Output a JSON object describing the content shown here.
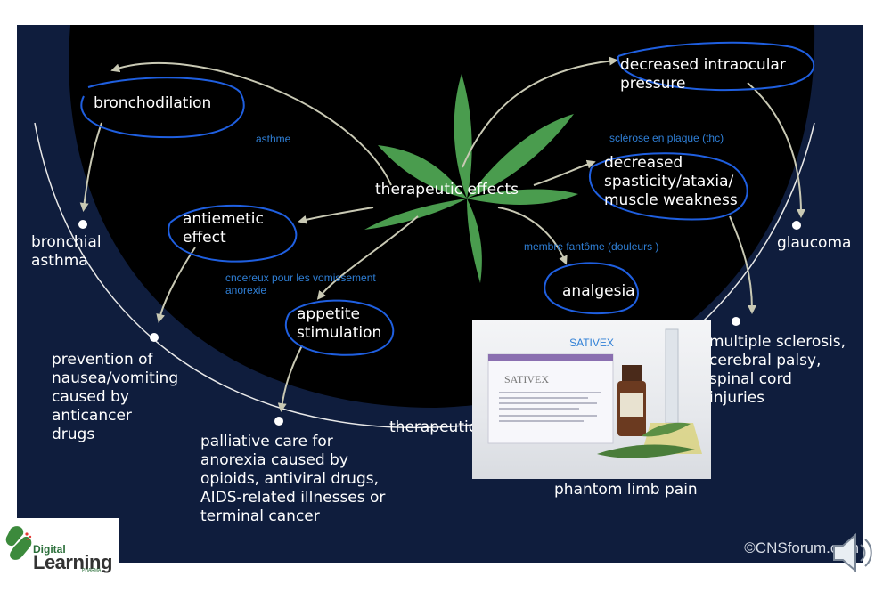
{
  "diagram": {
    "center": "therapeutic effects",
    "effects": {
      "bronchodilation": "bronchodilation",
      "antiemetic": "antiemetic\neffect",
      "appetite": "appetite\nstimulation",
      "intraocular": "decreased intraocular\npressure",
      "spasticity": "decreased\nspasticity/ataxia/\nmuscle weakness",
      "analgesia": "analgesia"
    },
    "uses": {
      "asthma": "bronchial\nasthma",
      "nausea": "prevention of\nnausea/vomiting\ncaused by\nanticancer\ndrugs",
      "palliative": "palliative care for\nanorexia caused by\nopioids, antiviral drugs,\nAIDS-related illnesses or\nterminal cancer",
      "glaucoma": "glaucoma",
      "ms": "multiple sclerosis,\ncerebral palsy,\nspinal cord\ninjuries",
      "phantom": "phantom limb pain",
      "therapeutic_arc": "therapeutic"
    },
    "copyright": "©CNSforum.com"
  },
  "annotations": {
    "asthme": "asthme",
    "sclerose": "sclérose en plaque (thc)",
    "membre": "membre fantôme (douleurs )",
    "cancereux": "cncereux pour les vomissement\nanorexie",
    "sativex": "SATIVEX"
  },
  "logo": {
    "line1": "Digital",
    "line2": "Learning",
    "line3": "PHARMA"
  },
  "colors": {
    "background": "#0f1d3d",
    "circle": "#000000",
    "leaf": "#4a9c4e",
    "annotation_ink": "#1f5fe0",
    "note_text": "#2f7fd6"
  }
}
